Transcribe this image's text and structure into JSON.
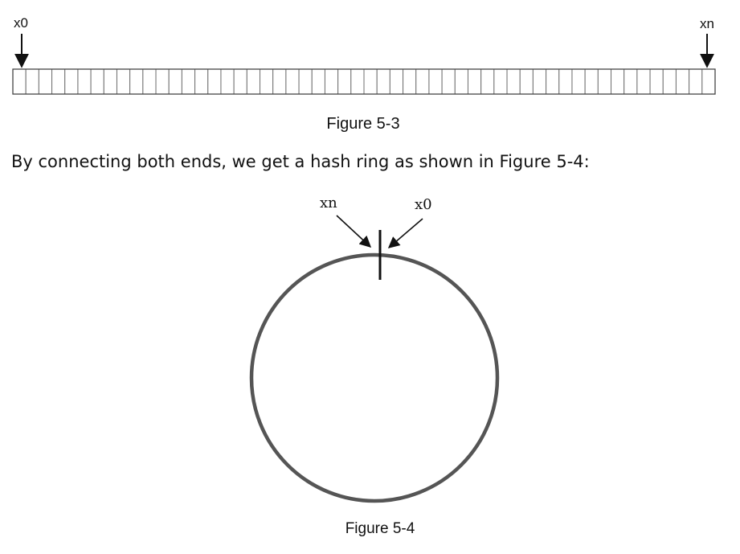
{
  "figure_5_3": {
    "start_label": "x0",
    "end_label": "xn",
    "cell_count": 54,
    "caption": "Figure 5-3"
  },
  "paragraph": {
    "text": "By connecting both ends, we get a hash ring as shown in Figure 5-4:"
  },
  "figure_5_4": {
    "end_label": "xn",
    "start_label": "x0",
    "caption": "Figure 5-4",
    "ring_color": "#555555"
  }
}
